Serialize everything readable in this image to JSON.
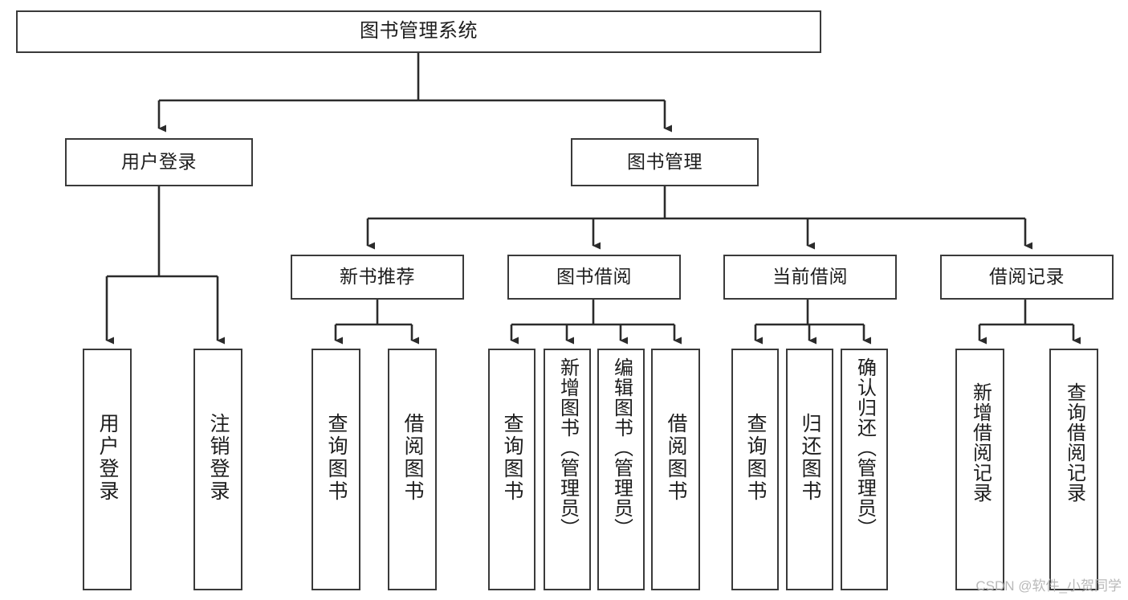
{
  "diagram": {
    "title": "图书管理系统",
    "type": "tree-hierarchy-chart",
    "orientation": "top-down",
    "colors": {
      "box_border": "#3a3a3a",
      "box_fill": "#ffffff",
      "edge": "#2b2b2b",
      "text": "#1d1d1d",
      "watermark": "#b9b9b9",
      "background": "#ffffff"
    }
  },
  "nodes": {
    "root": {
      "label": "图书管理系统"
    },
    "level2": [
      {
        "label": "用户登录"
      },
      {
        "label": "图书管理"
      }
    ],
    "level3": [
      {
        "label": "新书推荐"
      },
      {
        "label": "图书借阅"
      },
      {
        "label": "当前借阅"
      },
      {
        "label": "借阅记录"
      }
    ],
    "leaves": {
      "user_login": [
        {
          "label": "用户登录"
        },
        {
          "label": "注销登录"
        }
      ],
      "new_book_recommend": [
        {
          "label": "查询图书"
        },
        {
          "label": "借阅图书"
        }
      ],
      "book_borrow": [
        {
          "label": "查询图书"
        },
        {
          "label": "新增图书（管理员）"
        },
        {
          "label": "编辑图书（管理员）"
        },
        {
          "label": "借阅图书"
        }
      ],
      "current_borrow": [
        {
          "label": "查询图书"
        },
        {
          "label": "归还图书"
        },
        {
          "label": "确认归还（管理员）"
        }
      ],
      "borrow_record": [
        {
          "label": "新增借阅记录"
        },
        {
          "label": "查询借阅记录"
        }
      ]
    }
  },
  "watermark": {
    "text": "CSDN @软件_小贺同学"
  }
}
